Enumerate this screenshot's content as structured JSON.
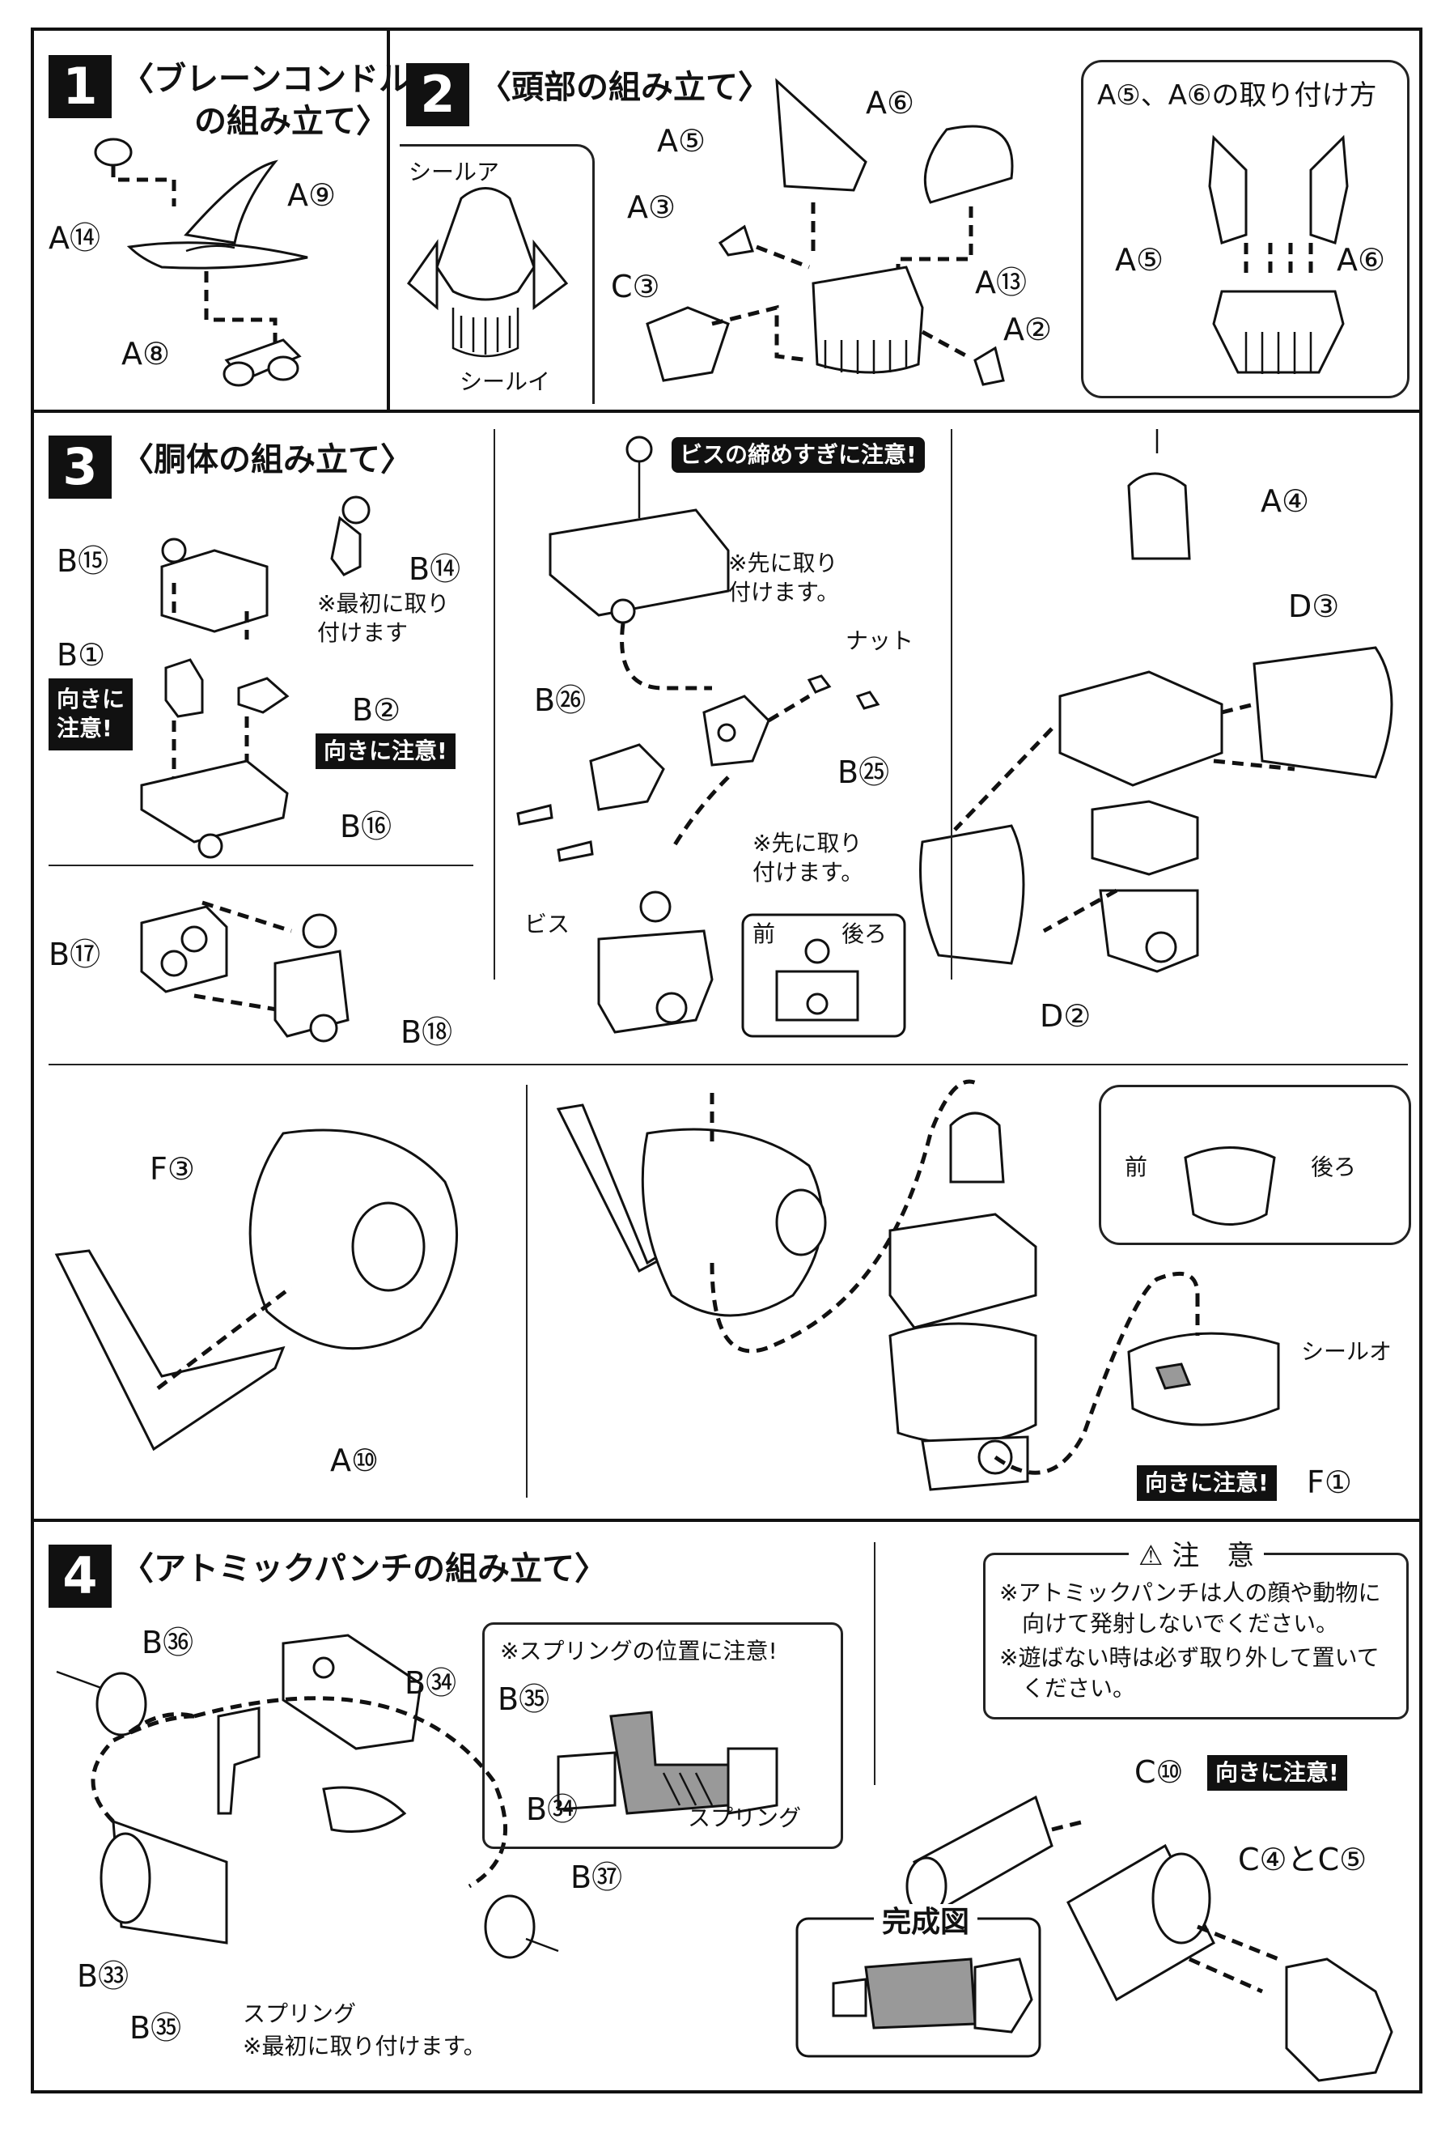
{
  "steps": [
    {
      "number": "1",
      "title_line1": "〈ブレーンコンドル",
      "title_line2": "の組み立て〉"
    },
    {
      "number": "2",
      "title": "〈頭部の組み立て〉"
    },
    {
      "number": "3",
      "title": "〈胴体の組み立て〉"
    },
    {
      "number": "4",
      "title": "〈アトミックパンチの組み立て〉"
    }
  ],
  "step1": {
    "labels": [
      "A⑭",
      "A⑨",
      "A⑧"
    ]
  },
  "step2": {
    "seal_a": "シールア",
    "seal_i": "シールイ",
    "labels": [
      "A⑤",
      "A⑥",
      "A③",
      "C③",
      "A⑬",
      "A②"
    ],
    "inset_title": "A⑤、A⑥の取り付け方",
    "inset_labels": [
      "A⑤",
      "A⑥"
    ]
  },
  "step3": {
    "left_labels": [
      "B⑮",
      "B⑭",
      "B①",
      "B②",
      "B⑯",
      "B⑰",
      "B⑱"
    ],
    "note_first": "※最初に取り\n付けます",
    "badge_orient_stack": "向きに\n注意!",
    "badge_orient": "向きに注意!",
    "center_badge": "ビスの締めすぎに注意!",
    "note_first_mount": "※先に取り\n付けます。",
    "nut": "ナット",
    "center_labels": [
      "B㉖",
      "B㉕"
    ],
    "screw": "ビス",
    "front": "前",
    "back": "後ろ",
    "right_labels": [
      "A④",
      "D③",
      "D②"
    ],
    "bottom_labels": [
      "F③",
      "A⑩",
      "F①"
    ],
    "seal_o": "シールオ",
    "badge_orient2": "向きに注意!",
    "front2": "前",
    "back2": "後ろ"
  },
  "step4": {
    "labels": [
      "B㊱",
      "B㉞",
      "B㉝",
      "B㉟",
      "B㊲"
    ],
    "spring_note_title": "※スプリングの位置に注意!",
    "spring_note_labels": [
      "B㉟",
      "B㉞"
    ],
    "spring": "スプリング",
    "spring_caption": "スプリング",
    "spring_caption_note": "※最初に取り付けます。",
    "caution_title": "注　意",
    "caution_lines": [
      "※アトミックパンチは人の顔や動物に",
      "　向けて発射しないでください。",
      "※遊ばない時は必ず取り外して置いて",
      "　ください。"
    ],
    "c10": "C⑩",
    "badge_orient": "向きに注意!",
    "c4c5": "C④とC⑤",
    "complete": "完成図"
  }
}
